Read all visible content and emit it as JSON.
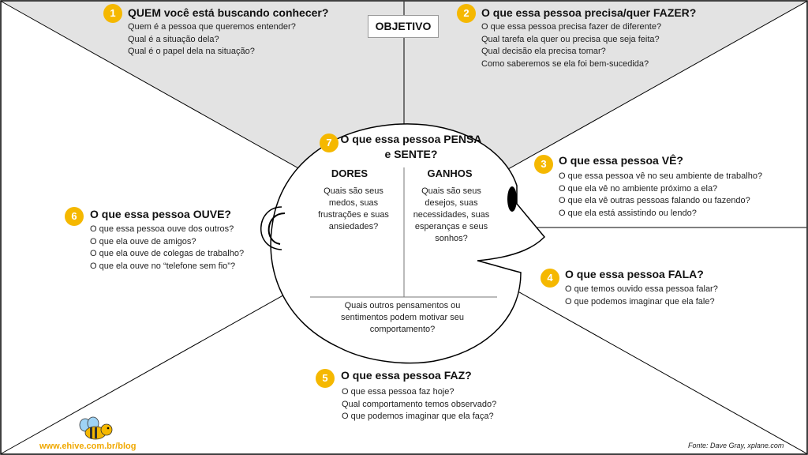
{
  "objective_label": "OBJETIVO",
  "sections": [
    {
      "num": "1",
      "title": "QUEM você está buscando conhecer?",
      "lines": [
        "Quem é a pessoa que queremos entender?",
        "Qual é a situação dela?",
        "Qual é o papel dela na situação?"
      ]
    },
    {
      "num": "2",
      "title": "O que essa pessoa precisa/quer FAZER?",
      "lines": [
        "O que essa pessoa precisa fazer de diferente?",
        "Qual tarefa ela quer ou precisa que seja feita?",
        "Qual decisão ela precisa tomar?",
        "Como saberemos se ela foi bem-sucedida?"
      ]
    },
    {
      "num": "3",
      "title": "O que essa pessoa VÊ?",
      "lines": [
        "O que essa pessoa vê no seu ambiente de trabalho?",
        "O que ela vê no ambiente próximo a ela?",
        "O que ela vê outras pessoas falando ou fazendo?",
        "O que ela está assistindo ou lendo?"
      ]
    },
    {
      "num": "4",
      "title": "O que essa pessoa FALA?",
      "lines": [
        "O que temos ouvido essa pessoa falar?",
        "O que podemos imaginar que ela fale?"
      ]
    },
    {
      "num": "5",
      "title": "O que essa pessoa FAZ?",
      "lines": [
        "O que essa pessoa faz hoje?",
        "Qual comportamento  temos observado?",
        "O que podemos imaginar que ela faça?"
      ]
    },
    {
      "num": "6",
      "title": "O que essa pessoa OUVE?",
      "lines": [
        "O que essa pessoa ouve dos outros?",
        "O que ela ouve de amigos?",
        "O que ela ouve de colegas de trabalho?",
        "O que ela ouve no “telefone sem fio”?"
      ]
    },
    {
      "num": "7",
      "title": "O que essa pessoa PENSA e SENTE?"
    }
  ],
  "think_feel": {
    "title_line1": "O que essa pessoa PENSA",
    "title_line2": "e SENTE?",
    "dores_label": "DORES",
    "dores_lines": [
      "Quais são seus",
      "medos, suas",
      "frustrações e suas",
      "ansiedades?"
    ],
    "ganhos_label": "GANHOS",
    "ganhos_lines": [
      "Quais são seus",
      "desejos, suas",
      "necessidades, suas",
      "esperanças e seus",
      "sonhos?"
    ],
    "other_lines": [
      "Quais outros pensamentos ou",
      "sentimentos podem motivar seu",
      "comportamento?"
    ]
  },
  "footer": {
    "left": "www.ehive.com.br/blog",
    "right": "Fonte: Dave Gray, xplane.com"
  },
  "colors": {
    "accent": "#f5b800",
    "top_area": "#e3e3e3",
    "line": "#000000"
  },
  "icons": [
    "bee-logo-icon",
    "ear-icon",
    "eye-icon"
  ]
}
